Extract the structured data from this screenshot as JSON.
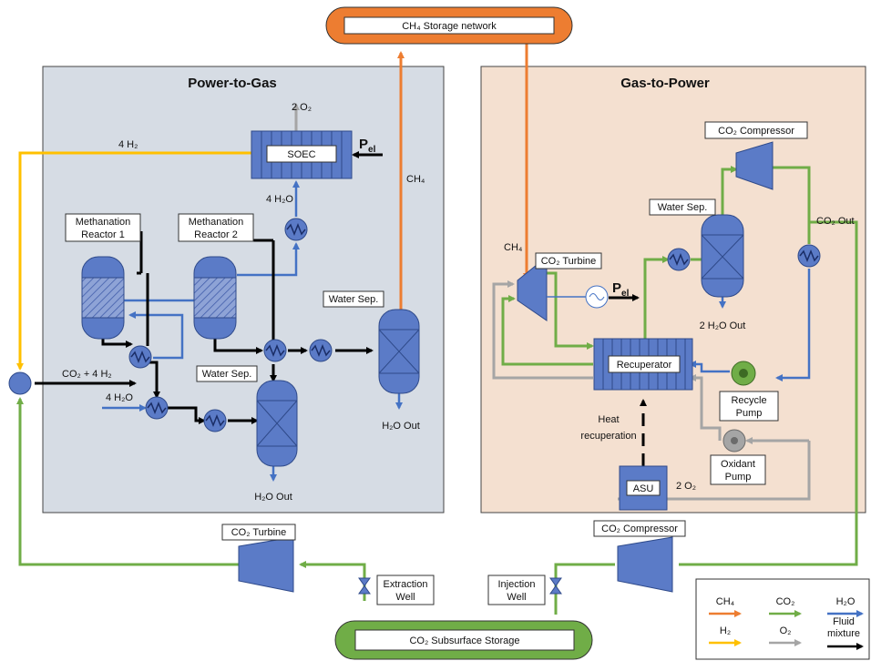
{
  "titles": {
    "power_to_gas": "Power-to-Gas",
    "gas_to_power": "Gas-to-Power"
  },
  "storage": {
    "ch4_network": "CH₄ Storage network",
    "co2_subsurface": "CO₂ Subsurface Storage"
  },
  "p2g": {
    "soec": "SOEC",
    "o2_out": "2 O₂",
    "h2_flow": "4 H₂",
    "pel": "P",
    "pel_sub": "el",
    "h2o_in_soec": "4 H₂O",
    "ch4_flow": "CH₄",
    "meth_reactor_1": [
      "Methanation",
      "Reactor 1"
    ],
    "meth_reactor_2": [
      "Methanation",
      "Reactor 2"
    ],
    "water_sep_right": "Water Sep.",
    "water_sep_mid": "Water Sep.",
    "co2_h2": "CO₂ + 4 H₂",
    "h2o_in": "4 H₂O",
    "h2o_out_mid": "H₂O Out",
    "h2o_out_right": "H₂O Out"
  },
  "g2p": {
    "co2_compressor": "CO₂ Compressor",
    "water_sep": "Water Sep.",
    "co2_out": "CO₂ Out",
    "ch4_in": "CH₄",
    "co2_turbine": "CO₂ Turbine",
    "pel": "P",
    "pel_sub": "el",
    "h2o_out": "2 H₂O Out",
    "recuperator": "Recuperator",
    "recycle_pump": [
      "Recycle",
      "Pump"
    ],
    "heat_recuperation": [
      "Heat",
      "recuperation"
    ],
    "oxidant_pump": [
      "Oxidant",
      "Pump"
    ],
    "asu": "ASU",
    "o2": "2 O₂"
  },
  "bottom": {
    "co2_turbine": "CO₂ Turbine",
    "co2_compressor": "CO₂ Compressor",
    "extraction_well": [
      "Extraction",
      "Well"
    ],
    "injection_well": [
      "Injection",
      "Well"
    ]
  },
  "legend": {
    "ch4": "CH₄",
    "co2": "CO₂",
    "h2o": "H₂O",
    "h2": "H₂",
    "o2": "O₂",
    "fluid_mixture": [
      "Fluid",
      "mixture"
    ]
  },
  "colors": {
    "ch4": "#ed7d31",
    "co2": "#70ad47",
    "h2o": "#4472c4",
    "h2": "#ffc000",
    "o2": "#a5a5a5",
    "mixture": "#000000",
    "p2g_panel": "#d6dce4",
    "g2p_panel": "#f4e0d0",
    "equipment": "#5b7bc7"
  }
}
